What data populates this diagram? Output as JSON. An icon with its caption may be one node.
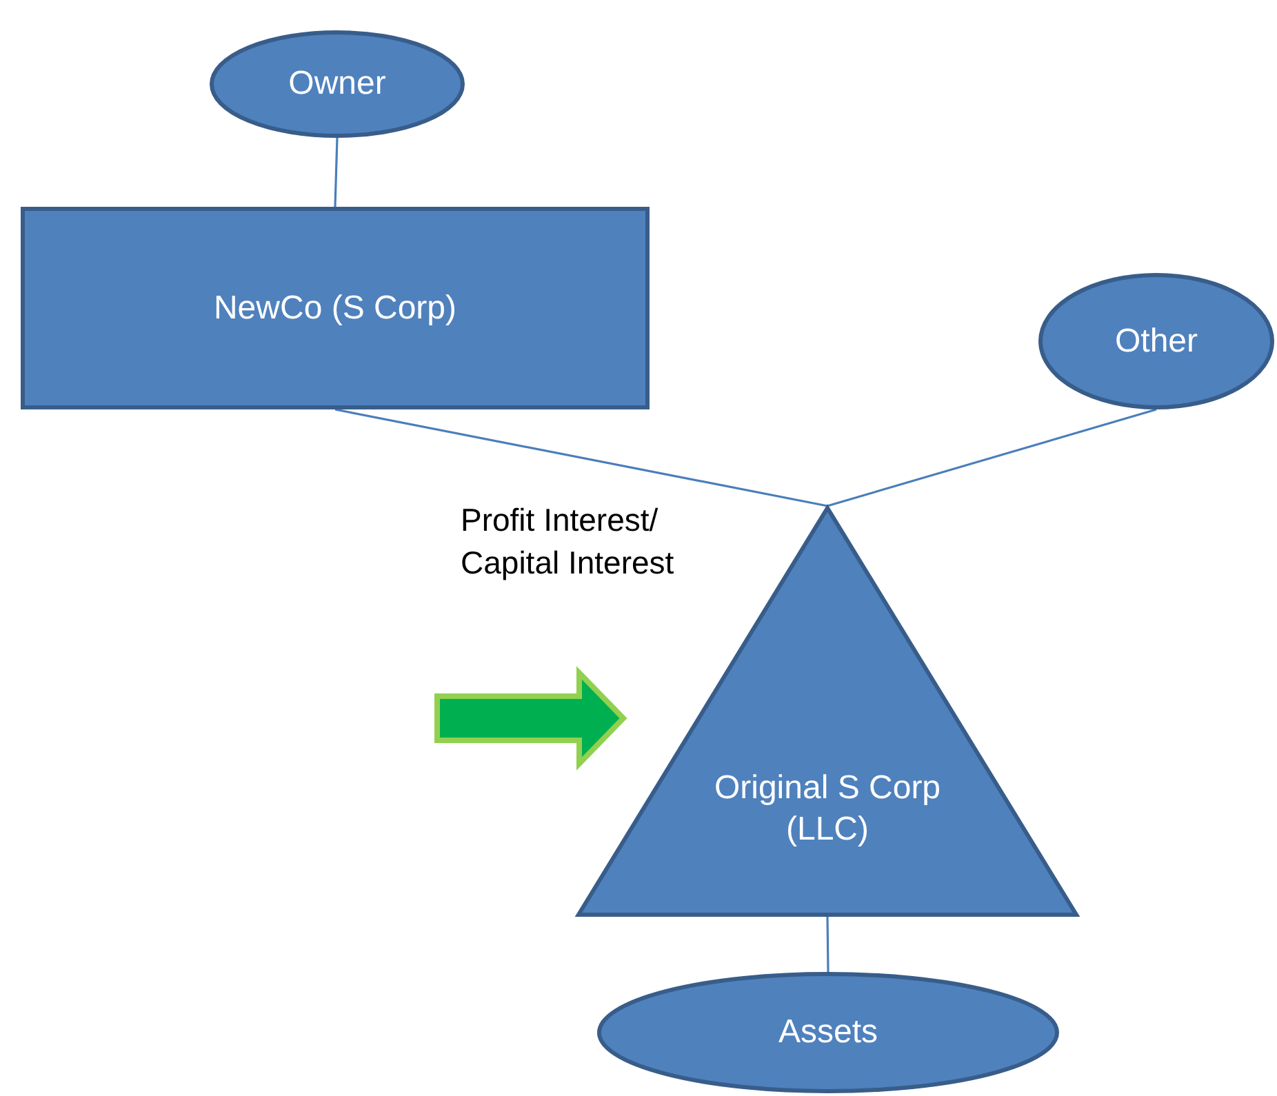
{
  "diagram": {
    "nodes": [
      {
        "text": [
          "Owner"
        ]
      },
      {
        "text": [
          "NewCo (S Corp)"
        ]
      },
      {
        "text": [
          "Other"
        ]
      },
      {
        "text": [
          "Original S Corp (LLC)"
        ]
      },
      {
        "text": [
          "Assets"
        ]
      }
    ],
    "edges": [
      {
        "from": 0,
        "to": 1,
        "arrow": "none"
      },
      {
        "from": 1,
        "to": 3,
        "arrow": "none"
      },
      {
        "from": 2,
        "to": 3,
        "arrow": "none"
      },
      {
        "from": 3,
        "to": 4,
        "arrow": "none"
      }
    ],
    "labels": [
      "Profit Interest/ Capital Interest"
    ]
  }
}
